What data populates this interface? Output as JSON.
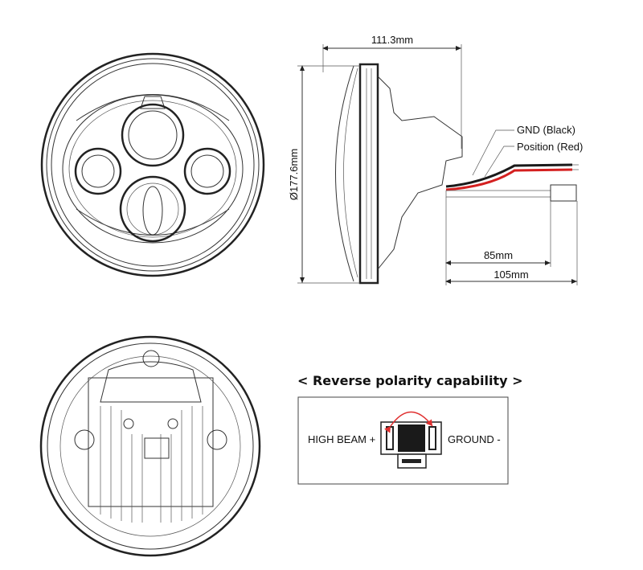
{
  "dimensions": {
    "depth": "111.3mm",
    "diameter": "Ø177.6mm",
    "wire_short": "85mm",
    "wire_long": "105mm"
  },
  "wires": {
    "gnd": "GND (Black)",
    "position": "Position (Red)"
  },
  "polarity": {
    "title": "< Reverse polarity capability >",
    "left_label": "HIGH BEAM +",
    "right_label": "GROUND -"
  },
  "colors": {
    "red_wire": "#d42020",
    "black_wire": "#1a1a1a",
    "arrow": "#e03030"
  }
}
